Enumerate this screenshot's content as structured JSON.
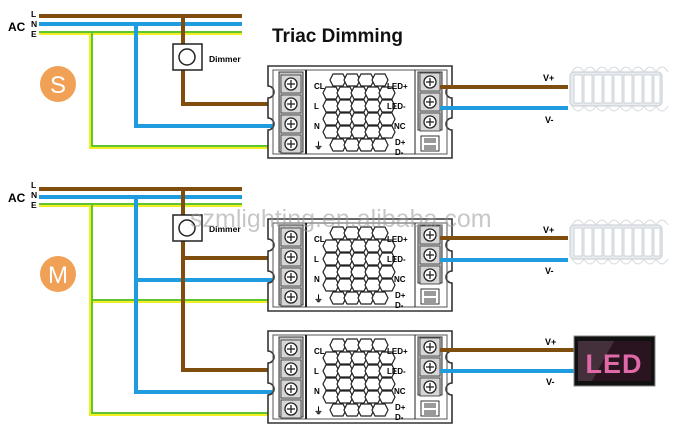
{
  "title": "Triac Dimming",
  "watermark": "szmlighting.en.alibaba.com",
  "colors": {
    "live": "#7f4d0d",
    "neutral": "#1f9be0",
    "earth_green": "#5fc431",
    "earth_yellow": "#f2ee22",
    "badge": "#f0a155",
    "driver_outline": "#333333",
    "terminal": "#bdbdbd"
  },
  "ac_labels": {
    "ac": "AC",
    "l": "L",
    "n": "N",
    "e": "E"
  },
  "dimmer_label": "Dimmer",
  "driver_labels": {
    "left": [
      "CL",
      "L",
      "N",
      "⏚"
    ],
    "right": [
      "LED+",
      "LED-",
      "NC",
      "D+",
      "D-"
    ]
  },
  "output_labels": {
    "vplus": "V+",
    "vminus": "V-"
  },
  "sections": [
    {
      "badge": "S",
      "description": "Single driver",
      "load": "LED module strip"
    },
    {
      "badge": "M",
      "description": "Multiple drivers",
      "loads": [
        "LED module strip",
        "LED sign"
      ]
    }
  ],
  "led_sign_text": "LED"
}
